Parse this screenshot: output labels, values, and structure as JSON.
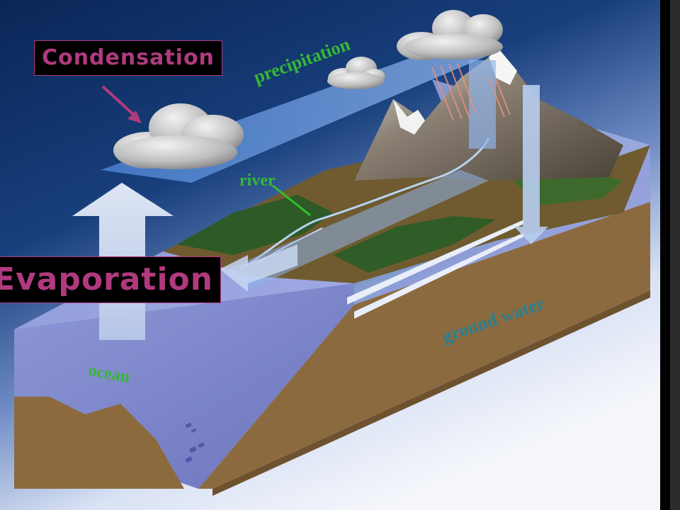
{
  "labels": {
    "condensation": "Condensation",
    "evaporation": "Evaporation",
    "precipitation": "precipitation",
    "river": "river",
    "ground_water": "ground water",
    "ocean": "ocean"
  },
  "colors": {
    "sky_top": "#0a2a5c",
    "sky_light": "#eef2fa",
    "label_box_bg": "#000000",
    "label_box_text": "#b03a7e",
    "label_green": "#35b835",
    "label_teal": "#2a7f8f",
    "arrow_pink": "#b03a7e",
    "soil": "#8b6a3e",
    "water": "#7d86c8"
  }
}
